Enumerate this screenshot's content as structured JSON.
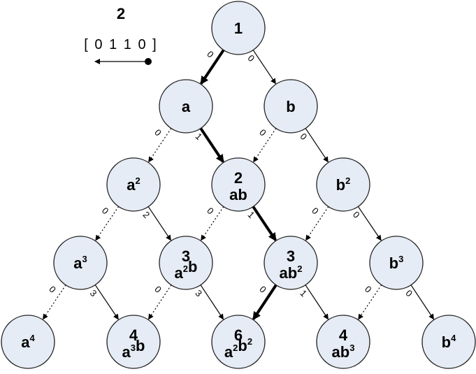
{
  "legend": {
    "count": "2",
    "sequence": "[ 0 1 1 0 ]"
  },
  "colors": {
    "node_fill": "#e6ecf5",
    "stroke": "#222222"
  },
  "nodes": [
    {
      "id": "n00",
      "count": "1",
      "term": []
    },
    {
      "id": "n10",
      "count": "",
      "term": [
        [
          "a",
          ""
        ]
      ]
    },
    {
      "id": "n11",
      "count": "",
      "term": [
        [
          "b",
          ""
        ]
      ]
    },
    {
      "id": "n20",
      "count": "",
      "term": [
        [
          "a",
          "2"
        ]
      ]
    },
    {
      "id": "n21",
      "count": "2",
      "term": [
        [
          "ab",
          ""
        ]
      ]
    },
    {
      "id": "n22",
      "count": "",
      "term": [
        [
          "b",
          "2"
        ]
      ]
    },
    {
      "id": "n30",
      "count": "",
      "term": [
        [
          "a",
          "3"
        ]
      ]
    },
    {
      "id": "n31",
      "count": "3",
      "term": [
        [
          "a",
          "2"
        ],
        [
          "b",
          ""
        ]
      ]
    },
    {
      "id": "n32",
      "count": "3",
      "term": [
        [
          "ab",
          "2"
        ]
      ]
    },
    {
      "id": "n33",
      "count": "",
      "term": [
        [
          "b",
          "3"
        ]
      ]
    },
    {
      "id": "n40",
      "count": "",
      "term": [
        [
          "a",
          "4"
        ]
      ]
    },
    {
      "id": "n41",
      "count": "4",
      "term": [
        [
          "a",
          "3"
        ],
        [
          "b",
          ""
        ]
      ]
    },
    {
      "id": "n42",
      "count": "6",
      "term": [
        [
          "a",
          "2"
        ],
        [
          "b",
          "2"
        ]
      ]
    },
    {
      "id": "n43",
      "count": "4",
      "term": [
        [
          "ab",
          "3"
        ]
      ]
    },
    {
      "id": "n44",
      "count": "",
      "term": [
        [
          "b",
          "4"
        ]
      ]
    }
  ],
  "edges": [
    {
      "from": "n00",
      "to": "n10",
      "label": "0",
      "style": "bold"
    },
    {
      "from": "n00",
      "to": "n11",
      "label": "0",
      "style": "solid"
    },
    {
      "from": "n10",
      "to": "n20",
      "label": "0",
      "style": "dotted"
    },
    {
      "from": "n10",
      "to": "n21",
      "label": "1",
      "style": "bold"
    },
    {
      "from": "n11",
      "to": "n21",
      "label": "0",
      "style": "dotted"
    },
    {
      "from": "n11",
      "to": "n22",
      "label": "0",
      "style": "solid"
    },
    {
      "from": "n20",
      "to": "n30",
      "label": "0",
      "style": "dotted"
    },
    {
      "from": "n20",
      "to": "n31",
      "label": "2",
      "style": "solid"
    },
    {
      "from": "n21",
      "to": "n31",
      "label": "0",
      "style": "dotted"
    },
    {
      "from": "n21",
      "to": "n32",
      "label": "1",
      "style": "bold"
    },
    {
      "from": "n22",
      "to": "n32",
      "label": "0",
      "style": "dotted"
    },
    {
      "from": "n22",
      "to": "n33",
      "label": "0",
      "style": "solid"
    },
    {
      "from": "n30",
      "to": "n40",
      "label": "0",
      "style": "dotted"
    },
    {
      "from": "n30",
      "to": "n41",
      "label": "3",
      "style": "solid"
    },
    {
      "from": "n31",
      "to": "n41",
      "label": "0",
      "style": "dotted"
    },
    {
      "from": "n31",
      "to": "n42",
      "label": "3",
      "style": "solid"
    },
    {
      "from": "n32",
      "to": "n42",
      "label": "0",
      "style": "bold"
    },
    {
      "from": "n32",
      "to": "n43",
      "label": "1",
      "style": "solid"
    },
    {
      "from": "n33",
      "to": "n43",
      "label": "0",
      "style": "dotted"
    },
    {
      "from": "n33",
      "to": "n44",
      "label": "0",
      "style": "solid"
    }
  ]
}
